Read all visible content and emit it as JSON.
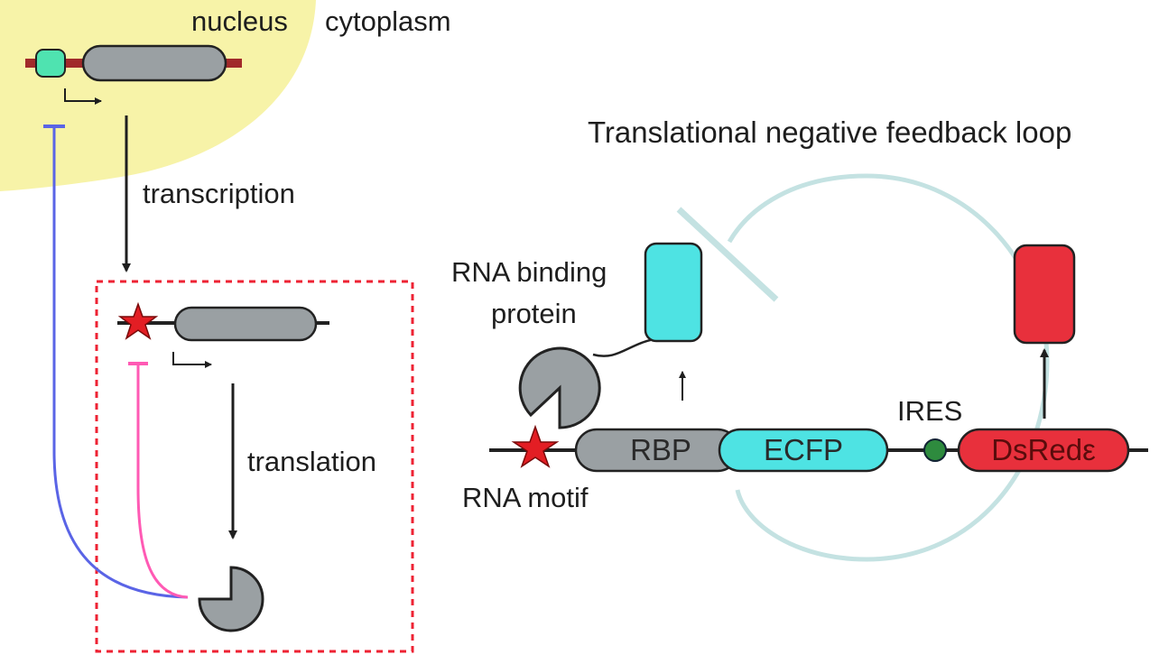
{
  "left_panel": {
    "compartments": {
      "nucleus": "nucleus",
      "cytoplasm": "cytoplasm"
    },
    "steps": {
      "transcription": "transcription",
      "translation": "translation"
    }
  },
  "right_panel": {
    "title": "Translational negative feedback loop",
    "labels": {
      "rna_binding_protein_line1": "RNA binding",
      "rna_binding_protein_line2": "protein",
      "ires": "IRES",
      "rna_motif": "RNA motif"
    },
    "construct_segments": {
      "rbp": "RBP",
      "ecfp": "ECFP",
      "dsred": "DsRedε"
    }
  },
  "colors": {
    "nucleus_fill": "#f7f3a8",
    "gene_gray": "#9aa0a3",
    "promoter_green": "#4fe3b0",
    "ecfp_cyan": "#4ee3e3",
    "dsred_red": "#e8303c",
    "star_red": "#e31e24",
    "ires_green": "#2e8b3e",
    "feedback_loop": "#c4e2e2",
    "repression_blue": "#5a64e6",
    "repression_pink": "#ff5ab4",
    "dashed_box": "#ee2233"
  }
}
